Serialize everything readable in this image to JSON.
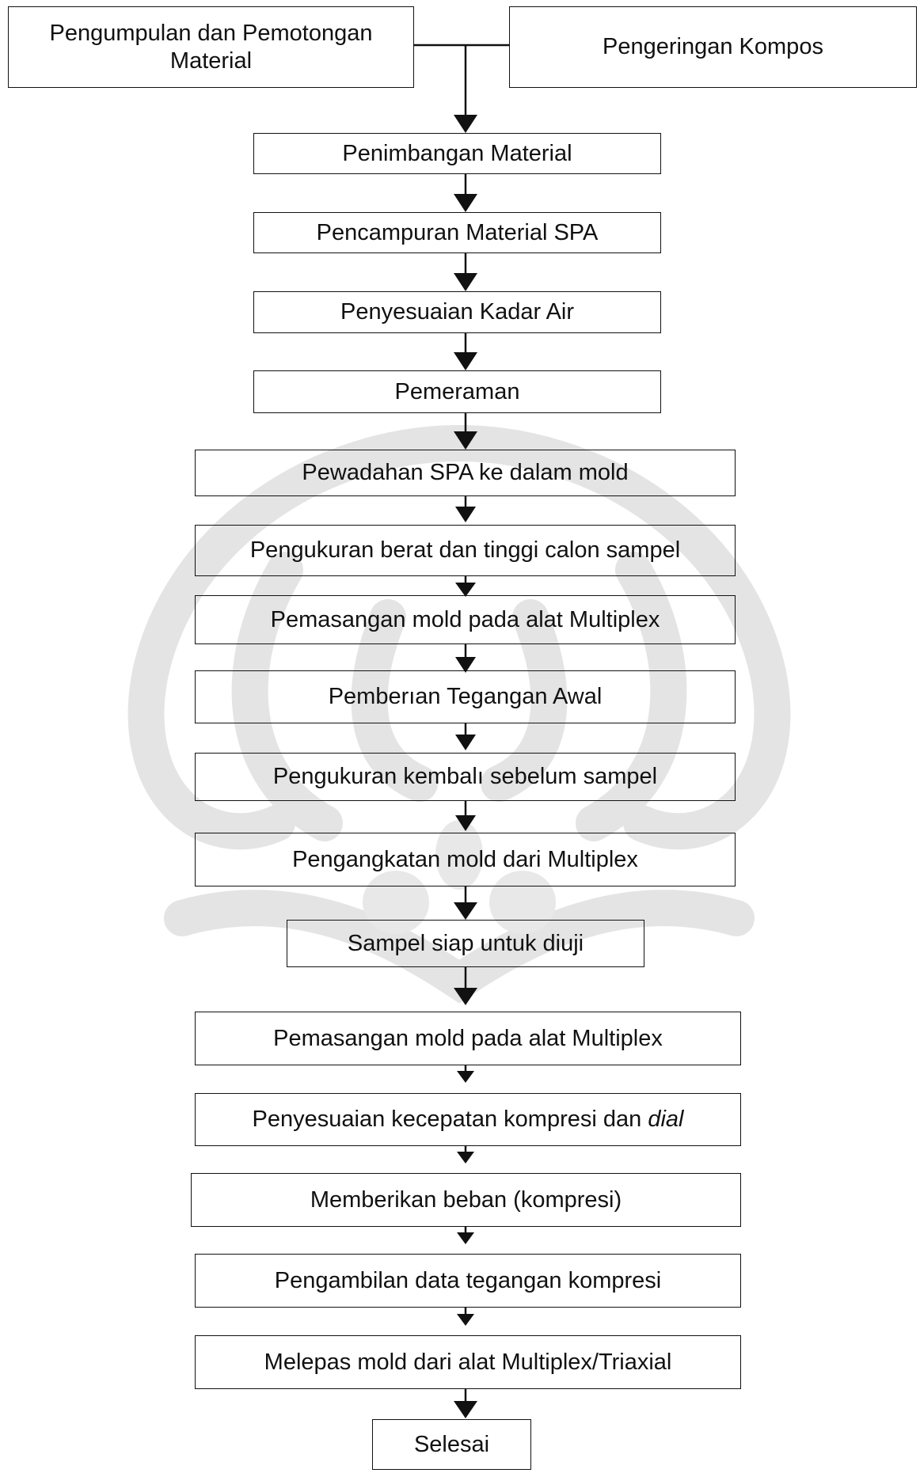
{
  "steps": {
    "collect": "Pengumpulan dan Pemotongan Material",
    "dry": "Pengeringan Kompos",
    "s1": "Penimbangan Material",
    "s2": "Pencampuran Material SPA",
    "s3": "Penyesuaian Kadar Air",
    "s4": "Pemeraman",
    "s5": "Pewadahan SPA ke dalam mold",
    "s6": "Pengukuran berat dan tinggi calon sampel",
    "s7": "Pemasangan mold pada alat Multiplex",
    "s8": "Pemberıan Tegangan Awal",
    "s9": "Pengukuran kembalı sebelum sampel",
    "s10": "Pengangkatan mold dari Multiplex",
    "s11": "Sampel siap untuk diuji",
    "s12": "Pemasangan mold pada alat Multiplex",
    "s13_text": "Penyesuaian kecepatan kompresi dan ",
    "s13_italic": "dial",
    "s14": "Memberikan beban (kompresi)",
    "s15": "Pengambilan data tegangan kompresi",
    "s16": "Melepas mold dari alat Multiplex/Triaxial",
    "end": "Selesai"
  },
  "colors": {
    "line": "#111111",
    "watermark": "#e6e6e6"
  }
}
